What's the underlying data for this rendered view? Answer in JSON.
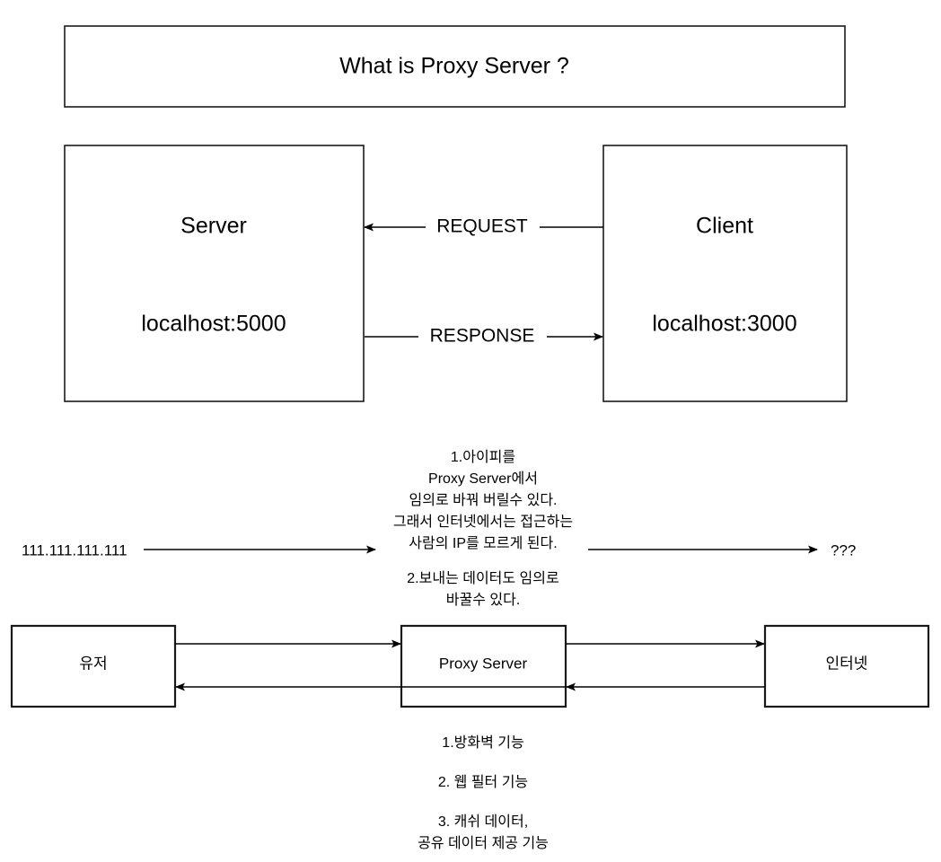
{
  "title_box": {
    "text": "What is Proxy Server ?"
  },
  "top_section": {
    "server_box": {
      "name": "Server",
      "address": "localhost:5000"
    },
    "client_box": {
      "name": "Client",
      "address": "localhost:3000"
    },
    "edges": [
      {
        "label": "REQUEST",
        "direction": "client-to-server"
      },
      {
        "label": "RESPONSE",
        "direction": "server-to-client"
      }
    ]
  },
  "flow_section": {
    "source_ip": "111.111.111.111",
    "result_ip": "???",
    "notes": {
      "note1_lines": [
        "1.아이피를",
        "Proxy Server에서",
        "임의로 바꿔 버릴수 있다.",
        "그래서 인터넷에서는 접근하는",
        "사람의 IP를 모르게 된다."
      ],
      "note2_lines": [
        "2.보내는 데이터도 임의로",
        "바꿀수 있다."
      ]
    }
  },
  "bottom_section": {
    "user_box": {
      "label": "유저"
    },
    "proxy_box": {
      "label": "Proxy Server"
    },
    "internet_box": {
      "label": "인터넷"
    }
  },
  "features": {
    "lines": [
      "1.방화벽 기능",
      "2. 웹 필터 기능",
      "3. 캐쉬 데이터,",
      "공유 데이터 제공 기능"
    ]
  },
  "colors": {
    "stroke": "#1a1a1a",
    "text": "#000000",
    "background": "#ffffff"
  }
}
